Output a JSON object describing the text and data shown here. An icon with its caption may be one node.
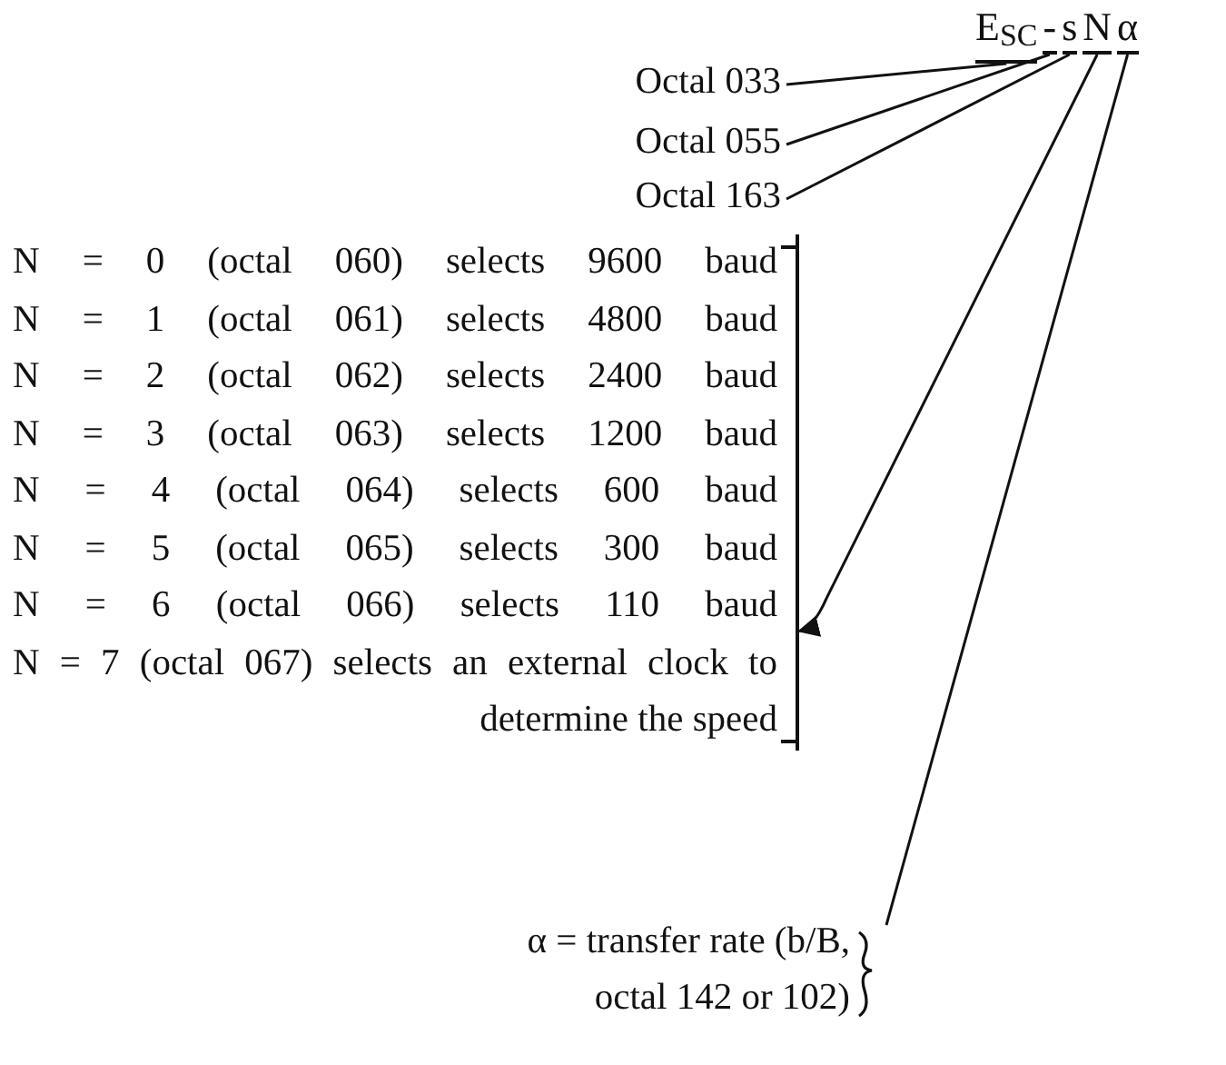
{
  "diagram": {
    "nodes": [
      {
        "text": [
          "E$_{SC}$"
        ]
      },
      {
        "text": [
          "-"
        ]
      },
      {
        "text": [
          "s"
        ]
      },
      {
        "text": [
          "N"
        ]
      },
      {
        "text": [
          "α"
        ]
      },
      {
        "text": [
          "Octal 033"
        ]
      },
      {
        "text": [
          "Octal 055"
        ]
      },
      {
        "text": [
          "Octal 163"
        ]
      },
      {
        "text": [
          "N = 0 (octal 060) selects 9600 baud",
          "N = 1 (octal 061) selects 4800 baud",
          "N = 2 (octal 062) selects 2400 baud",
          "N = 3 (octal 063) selects 1200 baud",
          "N = 4 (octal 064) selects 600 baud",
          "N = 5 (octal 065) selects 300 baud",
          "N = 6 (octal 066) selects 110 baud",
          "N = 7 (octal 067) selects an external clock to determine the speed"
        ]
      },
      {
        "text": [
          "α = transfer rate (b/B, octal 142 or 102)"
        ]
      }
    ],
    "edges": [
      {
        "from": 0,
        "to": 5,
        "arrow": "none"
      },
      {
        "from": 1,
        "to": 6,
        "arrow": "none"
      },
      {
        "from": 2,
        "to": 7,
        "arrow": "none"
      },
      {
        "from": 3,
        "to": 8,
        "arrow": "to"
      },
      {
        "from": 4,
        "to": 9,
        "arrow": "none"
      }
    ]
  }
}
